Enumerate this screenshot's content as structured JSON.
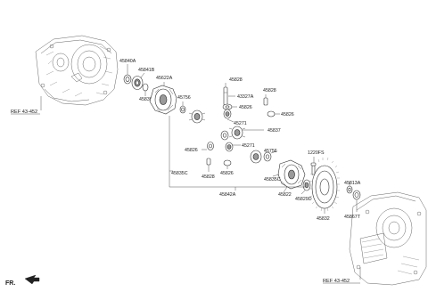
{
  "labels": {
    "p45840A": "45840A",
    "p45841B": "45841B",
    "p45622A": "45622A",
    "p45839": "45839",
    "p45756a": "45756",
    "p45828a": "45828",
    "p43327A": "43327A",
    "p45828b": "45828",
    "p45826a": "45826",
    "p45826b": "45826",
    "p45271a": "45271",
    "p45837": "45837",
    "p45271b": "45271",
    "p45826c": "45826",
    "p45756b": "45756",
    "p45828c": "45828",
    "p45826d": "45826",
    "p45835Ca": "45835C",
    "p45835Cb": "45835C",
    "p1220FS": "1220FS",
    "p45813A": "45813A",
    "p45822": "45822",
    "p45829D": "45829D",
    "p45842A": "45842A",
    "p45832": "45832",
    "p45867T": "45867T"
  },
  "refs": {
    "upper": "REF 43-452",
    "lower": "REF 43-452"
  },
  "direction": "FR."
}
